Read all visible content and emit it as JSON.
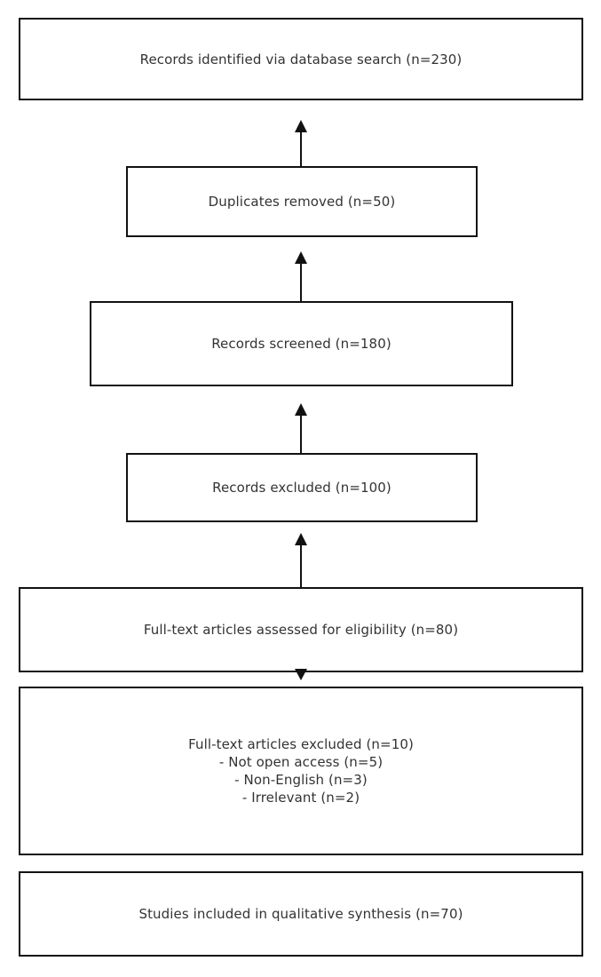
{
  "diagram": {
    "type": "prisma-flow-diagram",
    "orientation": "bottom-to-top",
    "background_color": "#ffffff",
    "box_border_color": "#111111",
    "text_color": "#333333",
    "nodes": [
      {
        "id": "identified",
        "label": "Records identified via database search (n=230)",
        "count": 230
      },
      {
        "id": "duplicates",
        "label": "Duplicates removed (n=50)",
        "count": 50
      },
      {
        "id": "screened",
        "label": "Records screened (n=180)",
        "count": 180
      },
      {
        "id": "excluded",
        "label": "Records excluded (n=100)",
        "count": 100
      },
      {
        "id": "fulltext",
        "label": "Full-text articles assessed for eligibility (n=80)",
        "count": 80
      },
      {
        "id": "fulltext_excluded",
        "label": "Full-text articles excluded (n=10)\n- Not open access (n=5)\n- Non-English (n=3)\n- Irrelevant (n=2)",
        "count": 10,
        "reasons": [
          {
            "label": "- Not open access (n=5)",
            "count": 5
          },
          {
            "label": "- Non-English (n=3)",
            "count": 3
          },
          {
            "label": "- Irrelevant (n=2)",
            "count": 2
          }
        ]
      },
      {
        "id": "included",
        "label": "Studies included in qualitative synthesis (n=70)",
        "count": 70
      }
    ],
    "connectors": [
      {
        "id": "duplicates-to-identified",
        "from": "duplicates",
        "to": "identified",
        "direction": "up"
      },
      {
        "id": "screened-to-duplicates",
        "from": "screened",
        "to": "duplicates",
        "direction": "up"
      },
      {
        "id": "excluded-to-screened",
        "from": "excluded",
        "to": "screened",
        "direction": "up"
      },
      {
        "id": "fulltext-to-excluded",
        "from": "fulltext",
        "to": "excluded",
        "direction": "up"
      },
      {
        "id": "fulltext-to-fulltext-excluded",
        "from": "fulltext",
        "to": "fulltext_excluded",
        "direction": "down"
      }
    ]
  }
}
